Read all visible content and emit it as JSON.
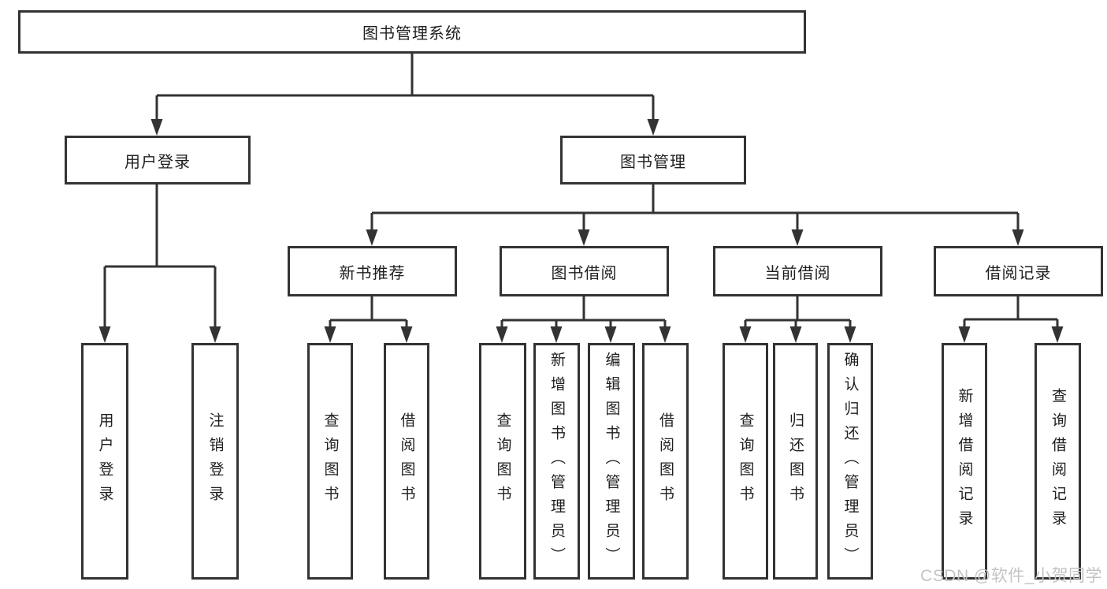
{
  "canvas": {
    "background": "#ffffff",
    "line_color": "#333333",
    "text_color": "#1f1f1f"
  },
  "watermark": {
    "text": "CSDN @软件_小贺同学",
    "color": "#c3c3c3"
  },
  "tree": {
    "root": {
      "label": "图书管理系统"
    },
    "branches": [
      {
        "label": "用户登录",
        "children": [
          {
            "label": "用户登录"
          },
          {
            "label": "注销登录"
          }
        ]
      },
      {
        "label": "图书管理",
        "modules": [
          {
            "label": "新书推荐",
            "children": [
              {
                "label": "查询图书"
              },
              {
                "label": "借阅图书"
              }
            ]
          },
          {
            "label": "图书借阅",
            "children": [
              {
                "label": "查询图书"
              },
              {
                "label": "新增图书（管理员）"
              },
              {
                "label": "编辑图书（管理员）"
              },
              {
                "label": "借阅图书"
              }
            ]
          },
          {
            "label": "当前借阅",
            "children": [
              {
                "label": "查询图书"
              },
              {
                "label": "归还图书"
              },
              {
                "label": "确认归还（管理员）"
              }
            ]
          },
          {
            "label": "借阅记录",
            "children": [
              {
                "label": "新增借阅记录"
              },
              {
                "label": "查询借阅记录"
              }
            ]
          }
        ]
      }
    ]
  }
}
